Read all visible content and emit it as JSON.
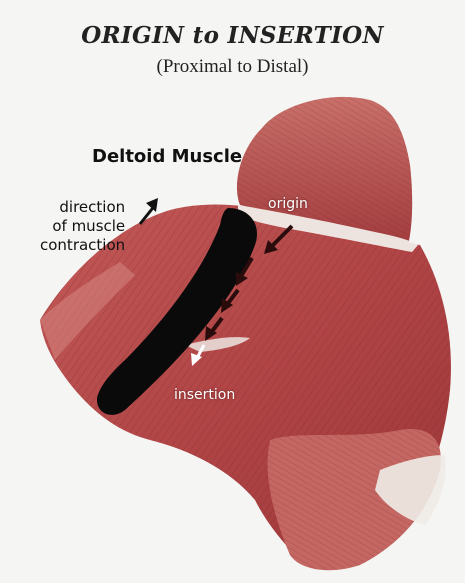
{
  "title": "ORIGIN to INSERTION",
  "subtitle": "(Proximal to Distal)",
  "labels": {
    "muscle": "Deltoid Muscle",
    "direction_lines": [
      "direction",
      "of muscle",
      "contraction"
    ],
    "origin": "origin",
    "insertion": "insertion"
  },
  "colors": {
    "background": "#f5f5f3",
    "muscle": "#b5484a",
    "muscle_dark": "#7a2a2c",
    "muscle_light": "#d88c86",
    "tendon": "#f0ece8",
    "band": "#0a0a0a"
  }
}
